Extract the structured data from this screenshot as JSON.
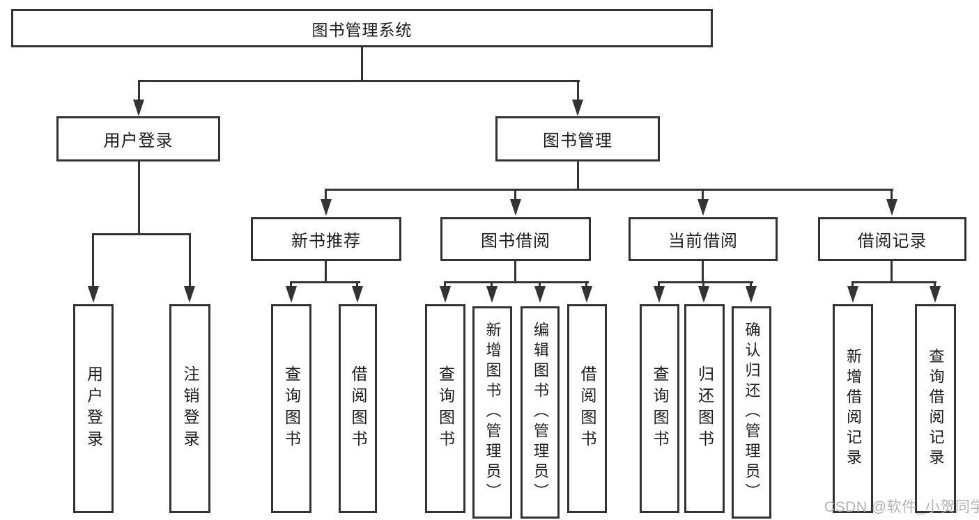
{
  "tree": {
    "label": "图书管理系统",
    "children": [
      {
        "label": "用户登录",
        "children": [
          {
            "label": "用户登录"
          },
          {
            "label": "注销登录"
          }
        ]
      },
      {
        "label": "图书管理",
        "children": [
          {
            "label": "新书推荐",
            "children": [
              {
                "label": "查询图书"
              },
              {
                "label": "借阅图书"
              }
            ]
          },
          {
            "label": "图书借阅",
            "children": [
              {
                "label": "查询图书"
              },
              {
                "label": "新增图书（管理员）"
              },
              {
                "label": "编辑图书（管理员）"
              },
              {
                "label": "借阅图书"
              }
            ]
          },
          {
            "label": "当前借阅",
            "children": [
              {
                "label": "查询图书"
              },
              {
                "label": "归还图书"
              },
              {
                "label": "确认归还（管理员）"
              }
            ]
          },
          {
            "label": "借阅记录",
            "children": [
              {
                "label": "新增借阅记录"
              },
              {
                "label": "查询借阅记录"
              }
            ]
          }
        ]
      }
    ]
  },
  "watermark": {
    "text": "CSDN @软件_小贺同学",
    "color": "#b3b3b3"
  },
  "colors": {
    "line": "#333333",
    "text": "#1c1c1c",
    "background": "#ffffff"
  }
}
